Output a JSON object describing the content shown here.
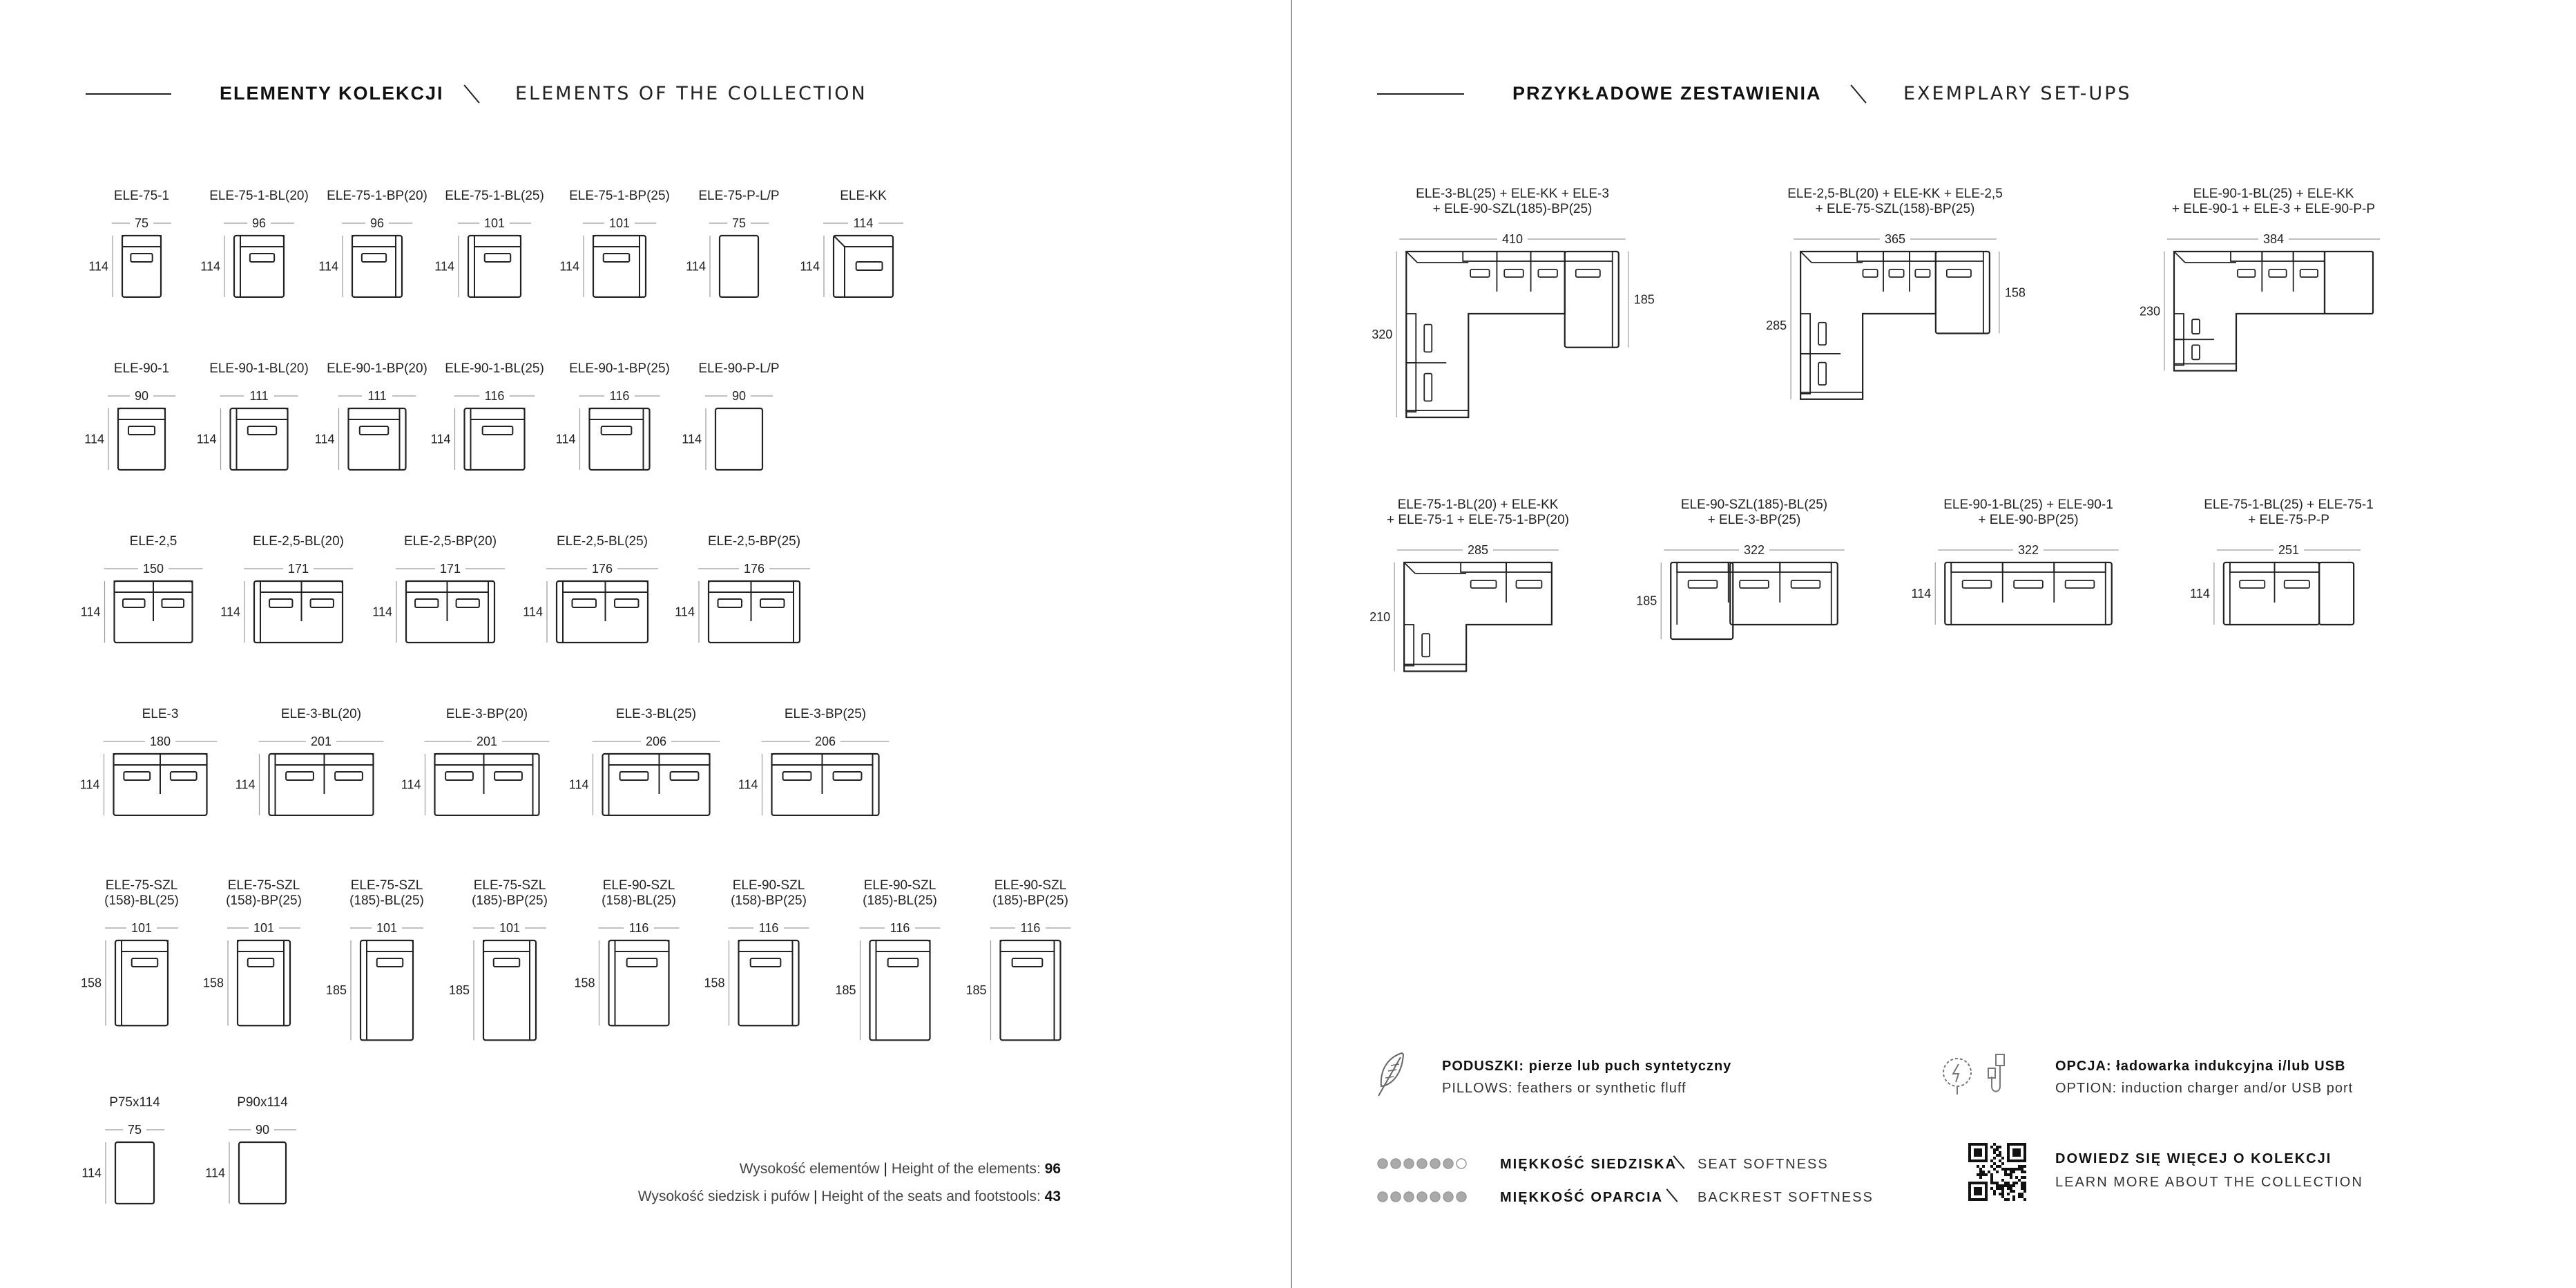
{
  "left_header": {
    "title_pl": "ELEMENTY KOLEKCJI",
    "title_en": "ELEMENTS OF THE COLLECTION"
  },
  "right_header": {
    "title_pl": "PRZYKŁADOWE ZESTAWIENIA",
    "title_en": "EXEMPLARY SET-UPS"
  },
  "elements": [
    {
      "name": "ELE-75-1",
      "width": "75",
      "depth": "114",
      "type": "single",
      "arms": ""
    },
    {
      "name": "ELE-75-1-BL(20)",
      "width": "96",
      "depth": "114",
      "type": "single",
      "arms": "L"
    },
    {
      "name": "ELE-75-1-BP(20)",
      "width": "96",
      "depth": "114",
      "type": "single",
      "arms": "R"
    },
    {
      "name": "ELE-75-1-BL(25)",
      "width": "101",
      "depth": "114",
      "type": "single",
      "arms": "L"
    },
    {
      "name": "ELE-75-1-BP(25)",
      "width": "101",
      "depth": "114",
      "type": "single",
      "arms": "R"
    },
    {
      "name": "ELE-75-P-L/P",
      "width": "75",
      "depth": "114",
      "type": "plain",
      "arms": ""
    },
    {
      "name": "ELE-KK",
      "width": "114",
      "depth": "114",
      "type": "corner",
      "arms": ""
    },
    {
      "name": "ELE-90-1",
      "width": "90",
      "depth": "114",
      "type": "single",
      "arms": ""
    },
    {
      "name": "ELE-90-1-BL(20)",
      "width": "111",
      "depth": "114",
      "type": "single",
      "arms": "L"
    },
    {
      "name": "ELE-90-1-BP(20)",
      "width": "111",
      "depth": "114",
      "type": "single",
      "arms": "R"
    },
    {
      "name": "ELE-90-1-BL(25)",
      "width": "116",
      "depth": "114",
      "type": "single",
      "arms": "L"
    },
    {
      "name": "ELE-90-1-BP(25)",
      "width": "116",
      "depth": "114",
      "type": "single",
      "arms": "R"
    },
    {
      "name": "ELE-90-P-L/P",
      "width": "90",
      "depth": "114",
      "type": "plain",
      "arms": ""
    },
    {
      "name": "ELE-2,5",
      "width": "150",
      "depth": "114",
      "type": "double",
      "arms": ""
    },
    {
      "name": "ELE-2,5-BL(20)",
      "width": "171",
      "depth": "114",
      "type": "double",
      "arms": "L"
    },
    {
      "name": "ELE-2,5-BP(20)",
      "width": "171",
      "depth": "114",
      "type": "double",
      "arms": "R"
    },
    {
      "name": "ELE-2,5-BL(25)",
      "width": "176",
      "depth": "114",
      "type": "double",
      "arms": "L"
    },
    {
      "name": "ELE-2,5-BP(25)",
      "width": "176",
      "depth": "114",
      "type": "double",
      "arms": "R"
    },
    {
      "name": "ELE-3",
      "width": "180",
      "depth": "114",
      "type": "double",
      "arms": ""
    },
    {
      "name": "ELE-3-BL(20)",
      "width": "201",
      "depth": "114",
      "type": "double",
      "arms": "L"
    },
    {
      "name": "ELE-3-BP(20)",
      "width": "201",
      "depth": "114",
      "type": "double",
      "arms": "R"
    },
    {
      "name": "ELE-3-BL(25)",
      "width": "206",
      "depth": "114",
      "type": "double",
      "arms": "L"
    },
    {
      "name": "ELE-3-BP(25)",
      "width": "206",
      "depth": "114",
      "type": "double",
      "arms": "R"
    },
    {
      "name": "ELE-75-SZL\n(158)-BL(25)",
      "width": "101",
      "depth": "158",
      "type": "chaise",
      "arms": "L"
    },
    {
      "name": "ELE-75-SZL\n(158)-BP(25)",
      "width": "101",
      "depth": "158",
      "type": "chaise",
      "arms": "R"
    },
    {
      "name": "ELE-75-SZL\n(185)-BL(25)",
      "width": "101",
      "depth": "185",
      "type": "chaise",
      "arms": "L"
    },
    {
      "name": "ELE-75-SZL\n(185)-BP(25)",
      "width": "101",
      "depth": "185",
      "type": "chaise",
      "arms": "R"
    },
    {
      "name": "ELE-90-SZL\n(158)-BL(25)",
      "width": "116",
      "depth": "158",
      "type": "chaise",
      "arms": "L"
    },
    {
      "name": "ELE-90-SZL\n(158)-BP(25)",
      "width": "116",
      "depth": "158",
      "type": "chaise",
      "arms": "R"
    },
    {
      "name": "ELE-90-SZL\n(185)-BL(25)",
      "width": "116",
      "depth": "185",
      "type": "chaise",
      "arms": "L"
    },
    {
      "name": "ELE-90-SZL\n(185)-BP(25)",
      "width": "116",
      "depth": "185",
      "type": "chaise",
      "arms": "R"
    },
    {
      "name": "P75x114",
      "width": "75",
      "depth": "114",
      "type": "plain",
      "arms": ""
    },
    {
      "name": "P90x114",
      "width": "90",
      "depth": "114",
      "type": "plain",
      "arms": ""
    }
  ],
  "height_notes": {
    "elements_pl": "Wysokość elementów",
    "elements_en": "Height of the elements:",
    "elements_value": "96",
    "seats_pl": "Wysokość siedzisk i pufów",
    "seats_en": "Height of the seats and footstools:",
    "seats_value": "43"
  },
  "setups": [
    {
      "label": "ELE-3-BL(25) + ELE-KK + ELE-3\n+ ELE-90-SZL(185)-BP(25)",
      "width": "410",
      "left_dim": "320",
      "right_dim": "185",
      "kind": "L-chaise"
    },
    {
      "label": "ELE-2,5-BL(20) + ELE-KK + ELE-2,5\n+ ELE-75-SZL(158)-BP(25)",
      "width": "365",
      "left_dim": "285",
      "right_dim": "158",
      "kind": "L-chaise"
    },
    {
      "label": "ELE-90-1-BL(25) + ELE-KK\n+ ELE-90-1 + ELE-3 + ELE-90-P-P",
      "width": "384",
      "left_dim": "230",
      "right_dim": "",
      "kind": "L-pouf"
    },
    {
      "label": "ELE-75-1-BL(20) + ELE-KK\n+ ELE-75-1 + ELE-75-1-BP(20)",
      "width": "285",
      "left_dim": "210",
      "right_dim": "",
      "kind": "L-small"
    },
    {
      "label": "ELE-90-SZL(185)-BL(25)\n+ ELE-3-BP(25)",
      "width": "322",
      "left_dim": "185",
      "right_dim": "",
      "kind": "chaise-left"
    },
    {
      "label": "ELE-90-1-BL(25) + ELE-90-1\n+ ELE-90-BP(25)",
      "width": "322",
      "left_dim": "114",
      "right_dim": "",
      "kind": "straight3"
    },
    {
      "label": "ELE-75-1-BL(25) + ELE-75-1\n+ ELE-75-P-P",
      "width": "251",
      "left_dim": "114",
      "right_dim": "",
      "kind": "straight-pouf"
    }
  ],
  "features": {
    "cushions_pl_label": "PODUSZKI:",
    "cushions_pl_text": "pierze lub puch syntetyczny",
    "cushions_en_label": "PILLOWS:",
    "cushions_en_text": "feathers or synthetic fluff",
    "option_pl_label": "OPCJA:",
    "option_pl_text": "ładowarka indukcyjna i/lub USB",
    "option_en_label": "OPTION:",
    "option_en_text": "induction charger and/or USB port",
    "seat_softness_pl": "MIĘKKOŚĆ SIEDZISKA",
    "seat_softness_en": "SEAT SOFTNESS",
    "seat_softness_level": 6,
    "backrest_softness_pl": "MIĘKKOŚĆ OPARCIA",
    "backrest_softness_en": "BACKREST SOFTNESS",
    "backrest_softness_level": 7,
    "softness_scale_max": 7,
    "learn_more_pl": "DOWIEDZ SIĘ WIĘCEJ O KOLEKCJI",
    "learn_more_en": "LEARN MORE ABOUT THE COLLECTION"
  },
  "icons": {
    "cushion": "feather-icon",
    "charger": "charger-icon",
    "usb": "usb-cable-icon",
    "qr": "qr-code-icon"
  }
}
